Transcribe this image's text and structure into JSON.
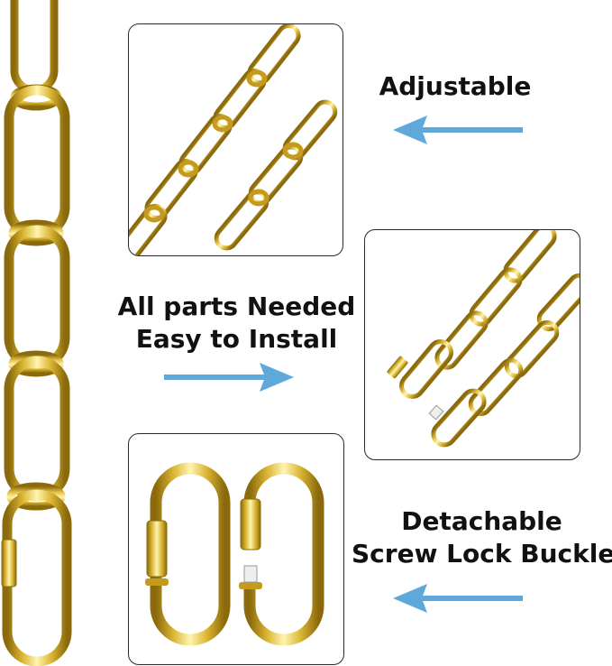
{
  "captions": {
    "adjustable": "Adjustable",
    "parts_line1": "All parts Needed",
    "parts_line2": "Easy to Install",
    "detach_line1": "Detachable",
    "detach_line2": "Screw Lock Buckle"
  },
  "colors": {
    "gold": "#d9b431",
    "gold_light": "#fff4b0",
    "gold_dark": "#8a6a0c",
    "arrow": "#5ea8db",
    "panel_border": "#2a2a2a"
  },
  "icons": {
    "arrow_left": "arrow-left-icon",
    "arrow_right": "arrow-right-icon"
  }
}
